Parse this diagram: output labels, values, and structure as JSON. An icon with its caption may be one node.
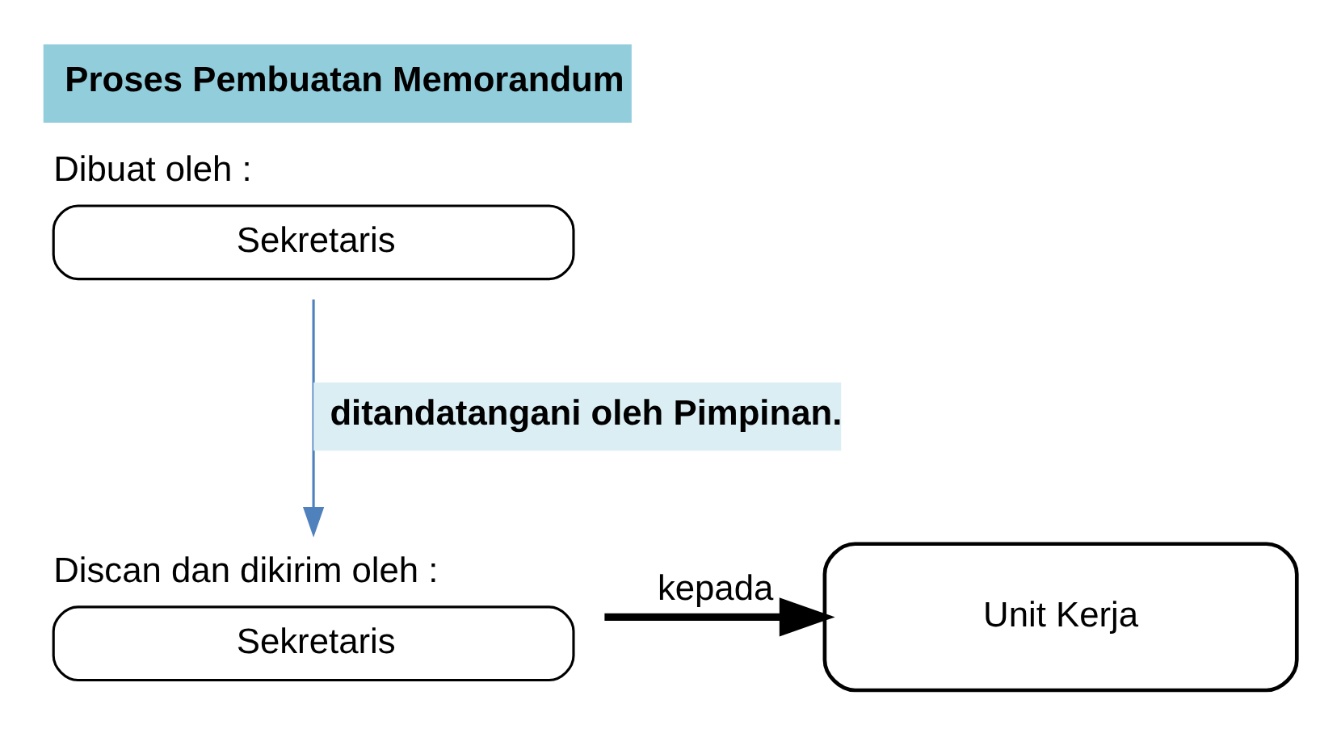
{
  "diagram": {
    "title": "Proses Pembuatan Memorandum",
    "nodes": [
      {
        "text": [
          "Dibuat oleh :",
          "Sekretaris"
        ]
      },
      {
        "text": [
          "Discan dan dikirim oleh :",
          "Sekretaris"
        ]
      },
      {
        "text": [
          "Unit Kerja"
        ]
      }
    ],
    "edges": [
      {
        "from": 0,
        "to": 1,
        "arrow": "to",
        "label": "ditandatangani oleh Pimpinan.",
        "color": "#4f81bd"
      },
      {
        "from": 1,
        "to": 2,
        "arrow": "to",
        "label": "kepada",
        "style": "thick",
        "color": "#000000"
      }
    ]
  }
}
